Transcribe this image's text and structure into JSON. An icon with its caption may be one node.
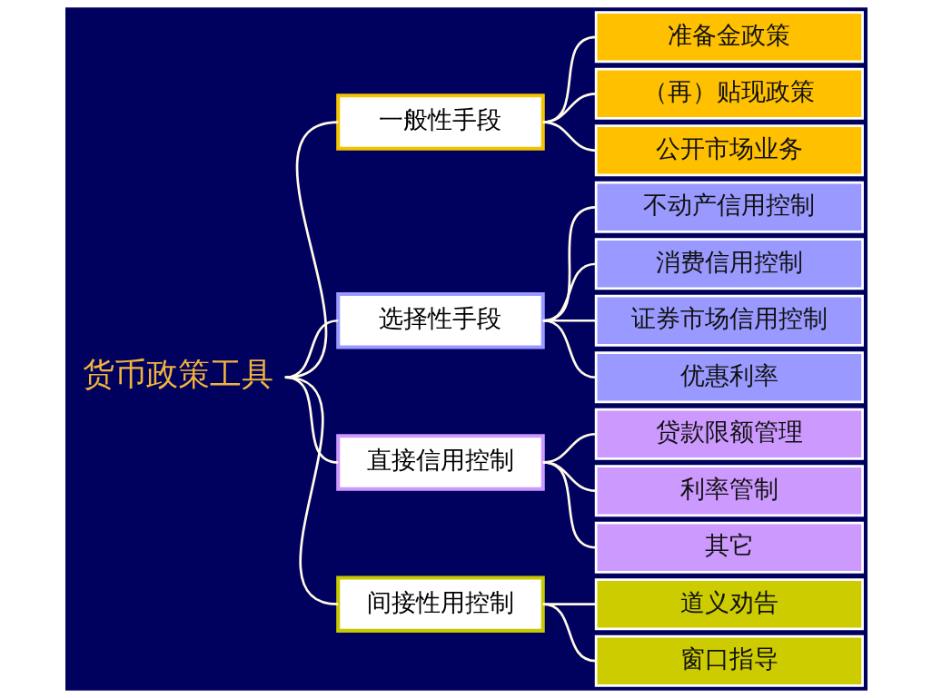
{
  "diagram": {
    "nodes": [
      {
        "text": [
          "货币政策工具"
        ]
      },
      {
        "text": [
          "一般性手段"
        ]
      },
      {
        "text": [
          "准备金政策"
        ]
      },
      {
        "text": [
          "（再）贴现政策"
        ]
      },
      {
        "text": [
          "公开市场业务"
        ]
      },
      {
        "text": [
          "选择性手段"
        ]
      },
      {
        "text": [
          "不动产信用控制"
        ]
      },
      {
        "text": [
          "消费信用控制"
        ]
      },
      {
        "text": [
          "证券市场信用控制"
        ]
      },
      {
        "text": [
          "优惠利率"
        ]
      },
      {
        "text": [
          "直接信用控制"
        ]
      },
      {
        "text": [
          "贷款限额管理"
        ]
      },
      {
        "text": [
          "利率管制"
        ]
      },
      {
        "text": [
          "其它"
        ]
      },
      {
        "text": [
          "间接性用控制"
        ]
      },
      {
        "text": [
          "道义劝告"
        ]
      },
      {
        "text": [
          "窗口指导"
        ]
      }
    ],
    "edges": [
      {
        "from": 0,
        "to": 1,
        "arrow": "none"
      },
      {
        "from": 0,
        "to": 5,
        "arrow": "none"
      },
      {
        "from": 0,
        "to": 10,
        "arrow": "none"
      },
      {
        "from": 0,
        "to": 14,
        "arrow": "none"
      },
      {
        "from": 1,
        "to": 2,
        "arrow": "none"
      },
      {
        "from": 1,
        "to": 3,
        "arrow": "none"
      },
      {
        "from": 1,
        "to": 4,
        "arrow": "none"
      },
      {
        "from": 5,
        "to": 6,
        "arrow": "none"
      },
      {
        "from": 5,
        "to": 7,
        "arrow": "none"
      },
      {
        "from": 5,
        "to": 8,
        "arrow": "none"
      },
      {
        "from": 5,
        "to": 9,
        "arrow": "none"
      },
      {
        "from": 10,
        "to": 11,
        "arrow": "none"
      },
      {
        "from": 10,
        "to": 12,
        "arrow": "none"
      },
      {
        "from": 10,
        "to": 13,
        "arrow": "none"
      },
      {
        "from": 14,
        "to": 15,
        "arrow": "none"
      },
      {
        "from": 14,
        "to": 16,
        "arrow": "none"
      }
    ]
  }
}
